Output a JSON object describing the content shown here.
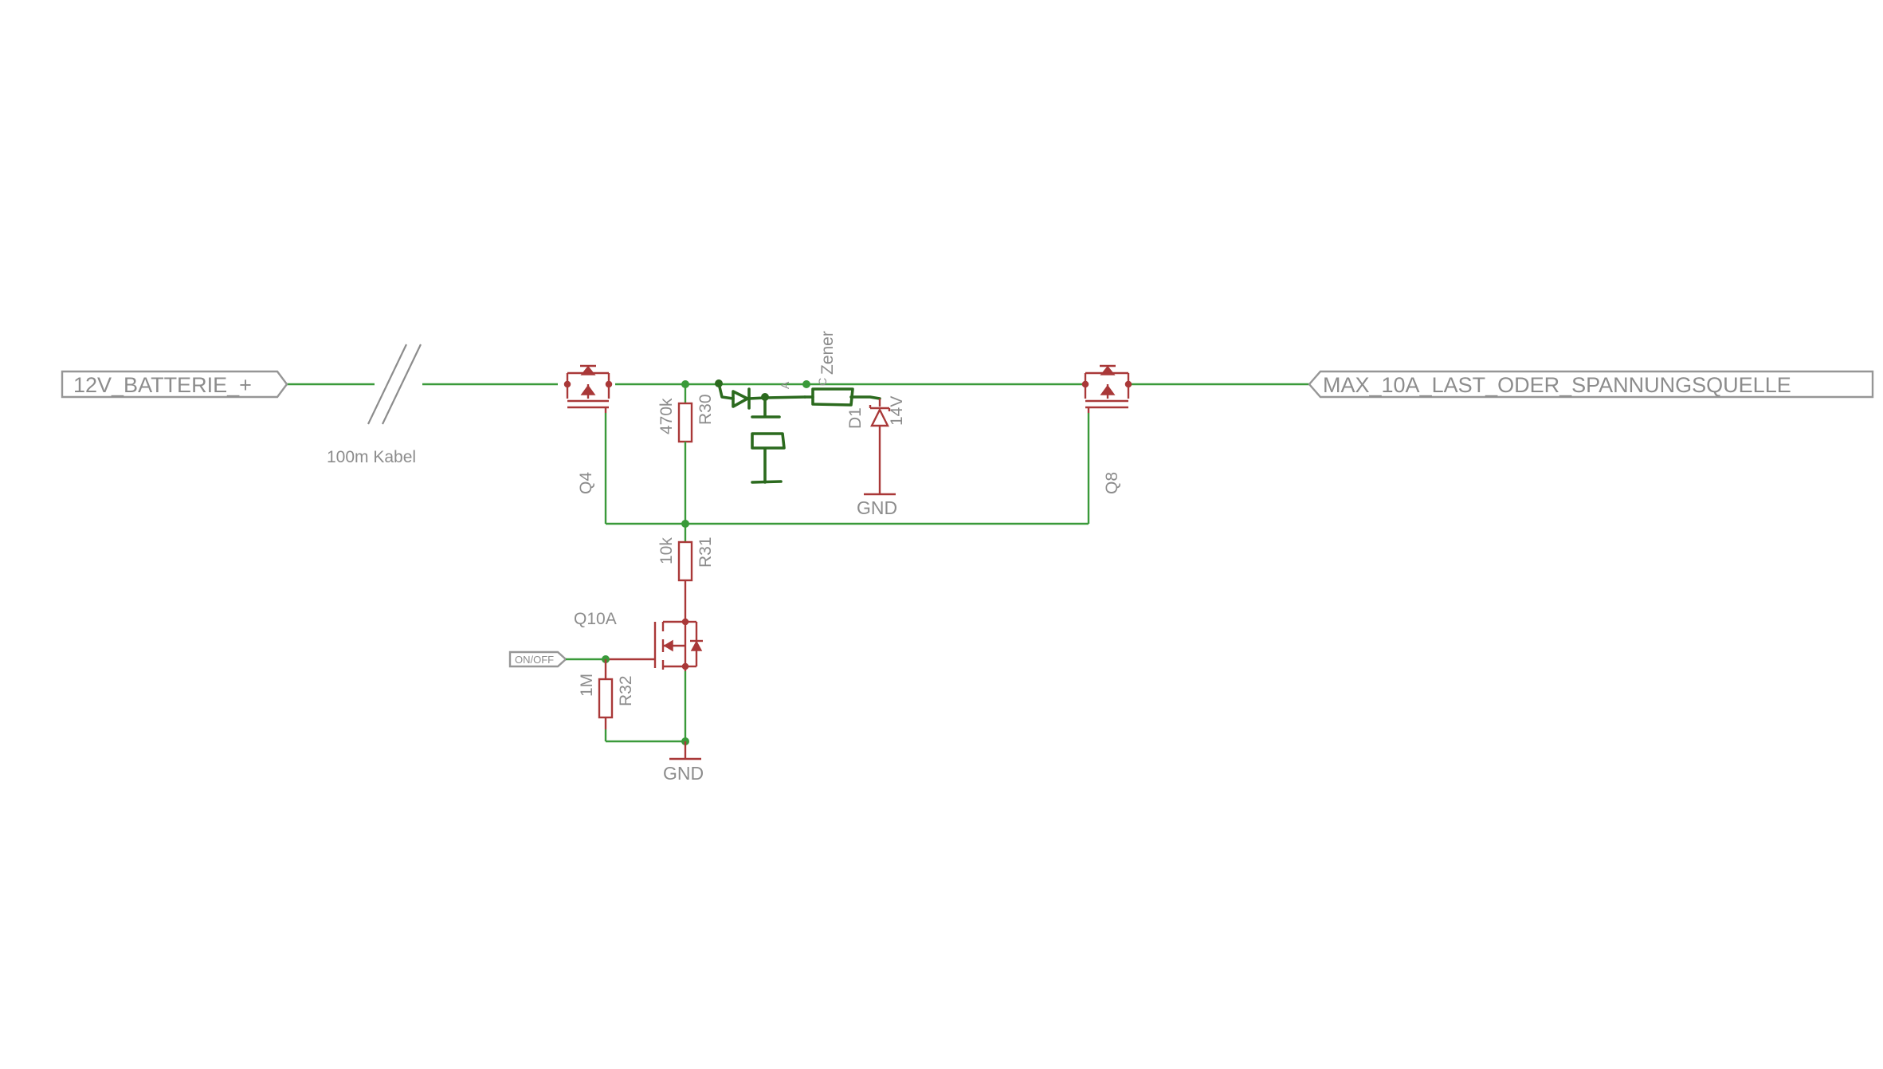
{
  "ports": {
    "battery": "12V_BATTERIE_+",
    "load": "MAX_10A_LAST_ODER_SPANNUNGSQUELLE",
    "onoff": "ON/OFF"
  },
  "cable_label": "100m Kabel",
  "transistors": {
    "q4": "Q4",
    "q8": "Q8",
    "q10a": "Q10A"
  },
  "resistors": {
    "r30": {
      "name": "R30",
      "value": "470k"
    },
    "r31": {
      "name": "R31",
      "value": "10k"
    },
    "r32": {
      "name": "R32",
      "value": "1M"
    }
  },
  "zener": {
    "label": "Zener",
    "name": "D1",
    "value": "14V"
  },
  "gnd_labels": {
    "gnd_top": "GND",
    "gnd_bottom": "GND"
  },
  "colors": {
    "wire": "#3a9a3a",
    "part": "#a93838",
    "sketch": "#2b6a1e",
    "text": "#8c8c8c",
    "port_outline": "#969696"
  }
}
